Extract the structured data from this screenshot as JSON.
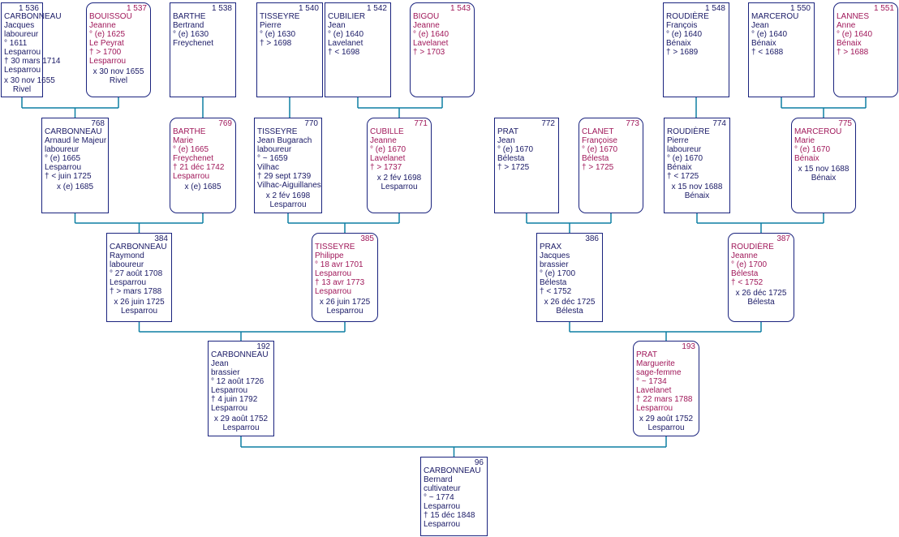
{
  "colors": {
    "line": "#0d7fa3",
    "border": "#1a237e",
    "male_text": "#1a1a66",
    "female_text": "#a0185a"
  },
  "people": [
    {
      "id": "p1536",
      "sosa": "1 536",
      "sex": "m",
      "name": "CARBONNEAU",
      "lines": [
        "Jacques",
        "laboureur",
        "° 1611",
        "Lesparrou",
        "† 30 mars 1714",
        "Lesparrou"
      ],
      "marriage": [
        "x 30 nov 1655",
        "Rivel"
      ]
    },
    {
      "id": "p1537",
      "sosa": "1 537",
      "sex": "f",
      "name": "BOUISSOU",
      "lines": [
        "Jeanne",
        "° (e) 1625",
        "Le Peyrat",
        "† > 1700",
        "Lesparrou"
      ],
      "marriage": [
        "x 30 nov 1655",
        "Rivel"
      ]
    },
    {
      "id": "p1538",
      "sosa": "1 538",
      "sex": "m",
      "name": "BARTHE",
      "lines": [
        "Bertrand",
        "° (e) 1630",
        "Freychenet"
      ],
      "marriage": []
    },
    {
      "id": "p1540",
      "sosa": "1 540",
      "sex": "m",
      "name": "TISSEYRE",
      "lines": [
        "Pierre",
        "° (e) 1630",
        "† > 1698"
      ],
      "marriage": []
    },
    {
      "id": "p1542",
      "sosa": "1 542",
      "sex": "m",
      "name": "CUBILIER",
      "lines": [
        "Jean",
        "° (e) 1640",
        "Lavelanet",
        "† < 1698"
      ],
      "marriage": []
    },
    {
      "id": "p1543",
      "sosa": "1 543",
      "sex": "f",
      "name": "BIGOU",
      "lines": [
        "Jeanne",
        "° (e) 1640",
        "Lavelanet",
        "† > 1703"
      ],
      "marriage": []
    },
    {
      "id": "p1548",
      "sosa": "1 548",
      "sex": "m",
      "name": "ROUDIÈRE",
      "lines": [
        "François",
        "° (e) 1640",
        "Bénaix",
        "† > 1689"
      ],
      "marriage": []
    },
    {
      "id": "p1550",
      "sosa": "1 550",
      "sex": "m",
      "name": "MARCEROU",
      "lines": [
        "Jean",
        "° (e) 1640",
        "Bénaix",
        "† < 1688"
      ],
      "marriage": []
    },
    {
      "id": "p1551",
      "sosa": "1 551",
      "sex": "f",
      "name": "LANNES",
      "lines": [
        "Anne",
        "° (e) 1640",
        "Bénaix",
        "† > 1688"
      ],
      "marriage": []
    },
    {
      "id": "p768",
      "sosa": "768",
      "sex": "m",
      "name": "CARBONNEAU",
      "lines": [
        "Arnaud le Majeur",
        "laboureur",
        "° (e) 1665",
        "Lesparrou",
        "† < juin 1725"
      ],
      "marriage": [
        "x (e) 1685"
      ]
    },
    {
      "id": "p769",
      "sosa": "769",
      "sex": "f",
      "name": "BARTHE",
      "lines": [
        "Marie",
        "° (e) 1665",
        "Freychenet",
        "† 21 déc 1742",
        "Lesparrou"
      ],
      "marriage": [
        "x (e) 1685"
      ]
    },
    {
      "id": "p770",
      "sosa": "770",
      "sex": "m",
      "name": "TISSEYRE",
      "lines": [
        "Jean Bugarach",
        "laboureur",
        "° ~ 1659",
        "Vilhac",
        "† 29 sept 1739",
        "Vilhac-Aiguillanes"
      ],
      "marriage": [
        "x 2 fév 1698",
        "Lesparrou"
      ]
    },
    {
      "id": "p771",
      "sosa": "771",
      "sex": "f",
      "name": "CUBILLE",
      "lines": [
        "Jeanne",
        "° (e) 1670",
        "Lavelanet",
        "† > 1737"
      ],
      "marriage": [
        "x 2 fév 1698",
        "Lesparrou"
      ]
    },
    {
      "id": "p772",
      "sosa": "772",
      "sex": "m",
      "name": "PRAT",
      "lines": [
        "Jean",
        "° (e) 1670",
        "Bélesta",
        "† > 1725"
      ],
      "marriage": []
    },
    {
      "id": "p773",
      "sosa": "773",
      "sex": "f",
      "name": "CLANET",
      "lines": [
        "Françoise",
        "° (e) 1670",
        "Bélesta",
        "† > 1725"
      ],
      "marriage": []
    },
    {
      "id": "p774",
      "sosa": "774",
      "sex": "m",
      "name": "ROUDIÈRE",
      "lines": [
        "Pierre",
        "laboureur",
        "° (e) 1670",
        "Bénaix",
        "† < 1725"
      ],
      "marriage": [
        "x 15 nov 1688",
        "Bénaix"
      ]
    },
    {
      "id": "p775",
      "sosa": "775",
      "sex": "f",
      "name": "MARCEROU",
      "lines": [
        "Marie",
        "° (e) 1670",
        "Bénaix"
      ],
      "marriage": [
        "x 15 nov 1688",
        "Bénaix"
      ]
    },
    {
      "id": "p384",
      "sosa": "384",
      "sex": "m",
      "name": "CARBONNEAU",
      "lines": [
        "Raymond",
        "laboureur",
        "° 27 août 1708",
        "Lesparrou",
        "† > mars 1788"
      ],
      "marriage": [
        "x 26 juin 1725",
        "Lesparrou"
      ]
    },
    {
      "id": "p385",
      "sosa": "385",
      "sex": "f",
      "name": "TISSEYRE",
      "lines": [
        "Philippe",
        "° 18 avr 1701",
        "Lesparrou",
        "† 13 avr 1773",
        "Lesparrou"
      ],
      "marriage": [
        "x 26 juin 1725",
        "Lesparrou"
      ]
    },
    {
      "id": "p386",
      "sosa": "386",
      "sex": "m",
      "name": "PRAX",
      "lines": [
        "Jacques",
        "brassier",
        "° (e) 1700",
        "Bélesta",
        "† < 1752"
      ],
      "marriage": [
        "x 26 déc 1725",
        "Bélesta"
      ]
    },
    {
      "id": "p387",
      "sosa": "387",
      "sex": "f",
      "name": "ROUDIÈRE",
      "lines": [
        "Jeanne",
        "° (e) 1700",
        "Bélesta",
        "† < 1752"
      ],
      "marriage": [
        "x 26 déc 1725",
        "Bélesta"
      ]
    },
    {
      "id": "p192",
      "sosa": "192",
      "sex": "m",
      "name": "CARBONNEAU",
      "lines": [
        "Jean",
        "brassier",
        "° 12 août 1726",
        "Lesparrou",
        "† 4 juin 1792",
        "Lesparrou"
      ],
      "marriage": [
        "x 29 août 1752",
        "Lesparrou"
      ]
    },
    {
      "id": "p193",
      "sosa": "193",
      "sex": "f",
      "name": "PRAT",
      "lines": [
        "Marguerite",
        "sage-femme",
        "° ~ 1734",
        "Lavelanet",
        "† 22 mars 1788",
        "Lesparrou"
      ],
      "marriage": [
        "x 29 août 1752",
        "Lesparrou"
      ]
    },
    {
      "id": "p96",
      "sosa": "96",
      "sex": "m",
      "name": "CARBONNEAU",
      "lines": [
        "Bernard",
        "cultivateur",
        "° ~ 1774",
        "Lesparrou",
        "† 15 déc 1848",
        "Lesparrou"
      ],
      "marriage": []
    }
  ],
  "couples": [
    {
      "father": "p1536",
      "mother": "p1537",
      "child": "p768"
    },
    {
      "father": "p1538",
      "mother": null,
      "child": "p769"
    },
    {
      "father": "p1540",
      "mother": null,
      "child": "p770"
    },
    {
      "father": "p1542",
      "mother": "p1543",
      "child": "p771"
    },
    {
      "father": "p1548",
      "mother": null,
      "child": "p774"
    },
    {
      "father": "p1550",
      "mother": "p1551",
      "child": "p775"
    },
    {
      "father": "p768",
      "mother": "p769",
      "child": "p384"
    },
    {
      "father": "p770",
      "mother": "p771",
      "child": "p385"
    },
    {
      "father": "p772",
      "mother": "p773",
      "child": "p386"
    },
    {
      "father": "p774",
      "mother": "p775",
      "child": "p387"
    },
    {
      "father": "p384",
      "mother": "p385",
      "child": "p192"
    },
    {
      "father": "p386",
      "mother": "p387",
      "child": "p193"
    },
    {
      "father": "p192",
      "mother": "p193",
      "child": "p96"
    }
  ]
}
